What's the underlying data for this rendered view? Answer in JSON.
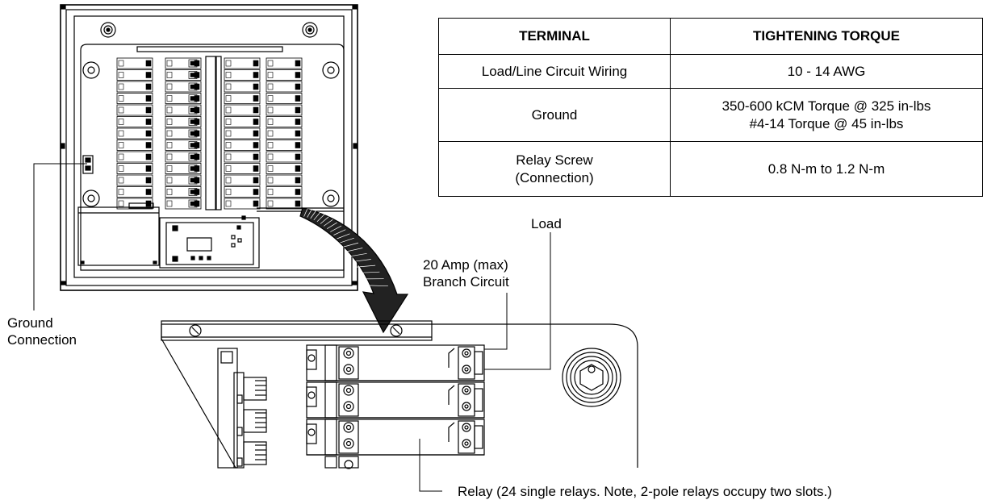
{
  "torque_table": {
    "header": {
      "terminal": "TERMINAL",
      "torque": "TIGHTENING TORQUE"
    },
    "rows": [
      {
        "terminal": [
          "Load/Line Circuit Wiring"
        ],
        "torque": [
          "10 - 14 AWG"
        ]
      },
      {
        "terminal": [
          "Ground"
        ],
        "torque": [
          "350-600 kCM Torque @ 325 in-lbs",
          "#4-14 Torque @ 45 in-lbs"
        ]
      },
      {
        "terminal": [
          "Relay Screw",
          "(Connection)"
        ],
        "torque": [
          "0.8 N-m to 1.2 N-m"
        ]
      }
    ]
  },
  "callouts": {
    "ground": [
      "Ground",
      "Connection"
    ],
    "load": "Load",
    "branch": [
      "20 Amp (max)",
      "Branch Circuit"
    ],
    "relay": "Relay (24 single relays. Note, 2-pole relays occupy two slots.)"
  }
}
